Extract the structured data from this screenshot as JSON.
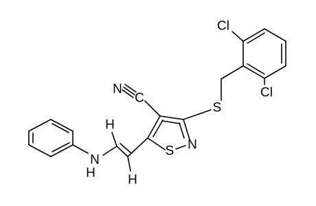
{
  "molecule": {
    "atoms": {
      "cl_top": "Cl",
      "cl_bottom": "Cl",
      "sulfur_thioether": "S",
      "sulfur_ring": "S",
      "nitrogen_ring": "N",
      "nitrile_nitrogen": "N",
      "nitrile_carbon": "C",
      "amine_n": "N",
      "amine_h": "H",
      "vinyl_h_top": "H",
      "vinyl_h_bottom": "H"
    },
    "colors": {
      "bond": "#000000",
      "label": "#000000",
      "background": "#ffffff"
    }
  }
}
